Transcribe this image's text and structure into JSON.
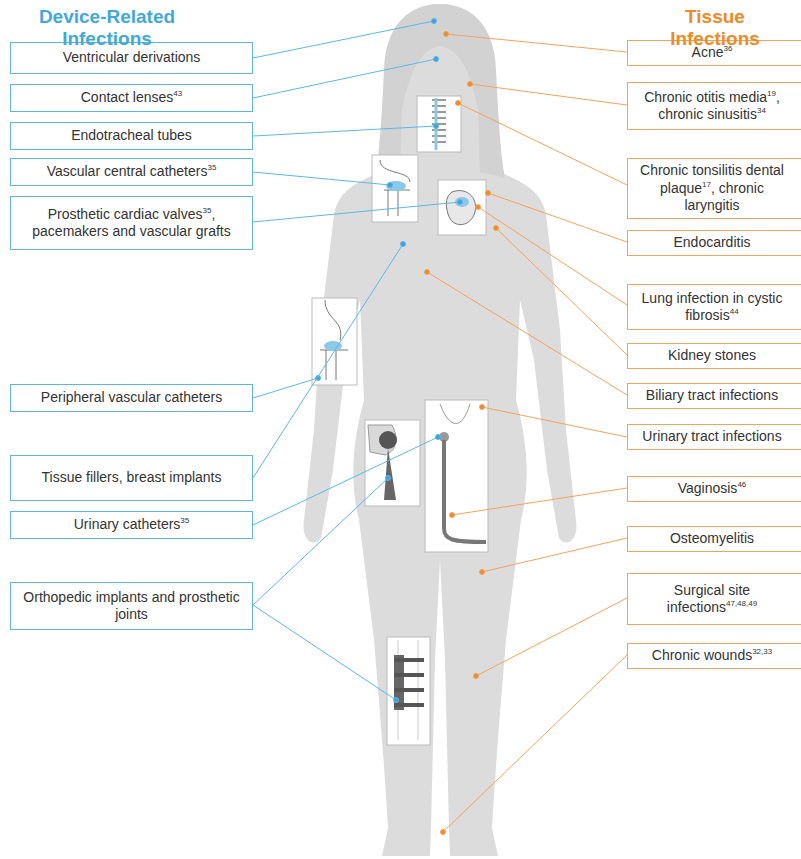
{
  "diagram": {
    "nodes": [
      {
        "text": [
          "Ventricular derivations"
        ]
      },
      {
        "text": [
          "Contact lenses",
          "43"
        ]
      },
      {
        "text": [
          "Endotracheal tubes"
        ]
      },
      {
        "text": [
          "Vascular central catheters",
          "35"
        ]
      },
      {
        "text": [
          "Prosthetic cardiac valves",
          "35",
          ", pacemakers and vascular grafts"
        ]
      },
      {
        "text": [
          "Peripheral vascular catheters"
        ]
      },
      {
        "text": [
          "Tissue fillers, breast implants"
        ]
      },
      {
        "text": [
          "Urinary catheters",
          "35"
        ]
      },
      {
        "text": [
          "Orthopedic implants and prosthetic joints"
        ]
      },
      {
        "text": [
          "Acne",
          "36"
        ]
      },
      {
        "text": [
          "Chronic otitis media",
          "19",
          ", chronic sinusitis",
          "34"
        ]
      },
      {
        "text": [
          "Chronic tonsilitis dental plaque",
          "17",
          ", chronic laryngitis"
        ]
      },
      {
        "text": [
          "Endocarditis"
        ]
      },
      {
        "text": [
          "Lung infection in cystic fibrosis",
          "44"
        ]
      },
      {
        "text": [
          "Kidney stones"
        ]
      },
      {
        "text": [
          "Biliary tract infections"
        ]
      },
      {
        "text": [
          "Urinary tract infections"
        ]
      },
      {
        "text": [
          "Vaginosis",
          "46"
        ]
      },
      {
        "text": [
          "Osteomyelitis"
        ]
      },
      {
        "text": [
          "Surgical site infections",
          "47,48,49"
        ]
      },
      {
        "text": [
          "Chronic wounds",
          "32,33"
        ]
      }
    ],
    "labels": [
      "Device-Related Infections",
      "Tissue Infections"
    ]
  }
}
